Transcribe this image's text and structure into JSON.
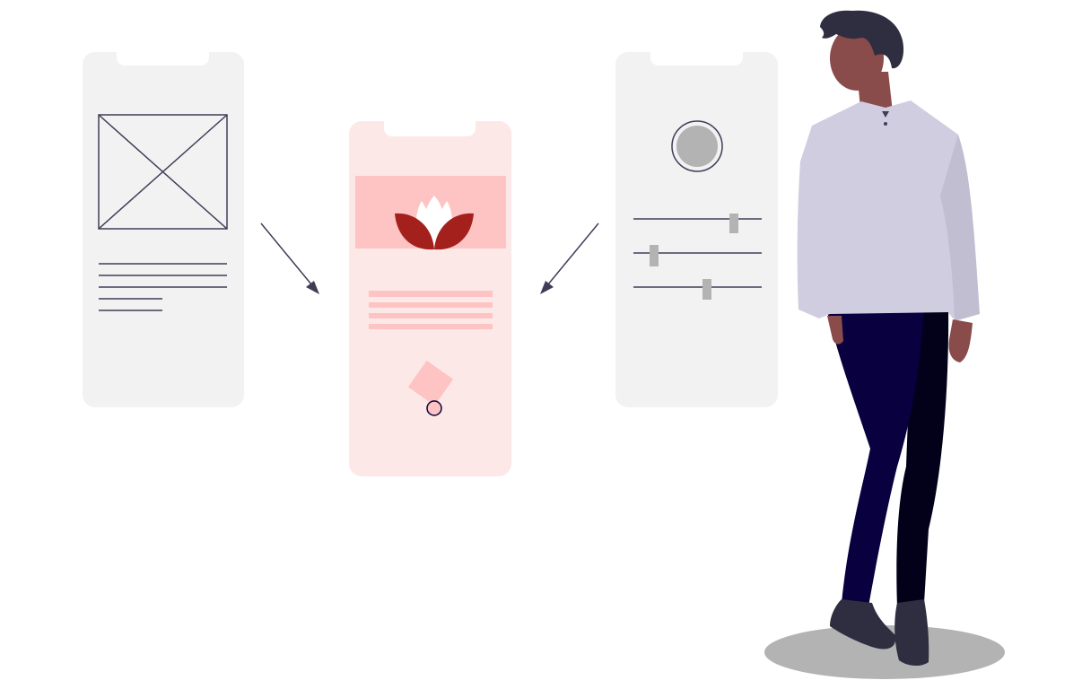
{
  "colors": {
    "phone_gray": "#f2f2f2",
    "phone_pink": "#fde8e8",
    "accent_pink": "#fec3c3",
    "accent_red": "#a3201d",
    "line_dark": "#3f3d56",
    "handle_gray": "#b3b3b3",
    "shirt": "#d0cde1",
    "pants": "#090040",
    "skin": "#8a4b4b",
    "hair": "#2f2e41"
  },
  "icons": [
    "image-placeholder-icon",
    "lotus-icon",
    "avatar-circle-icon",
    "slider-icon",
    "arrow-icon"
  ],
  "sliders": [
    0.78,
    0.16,
    0.57
  ]
}
